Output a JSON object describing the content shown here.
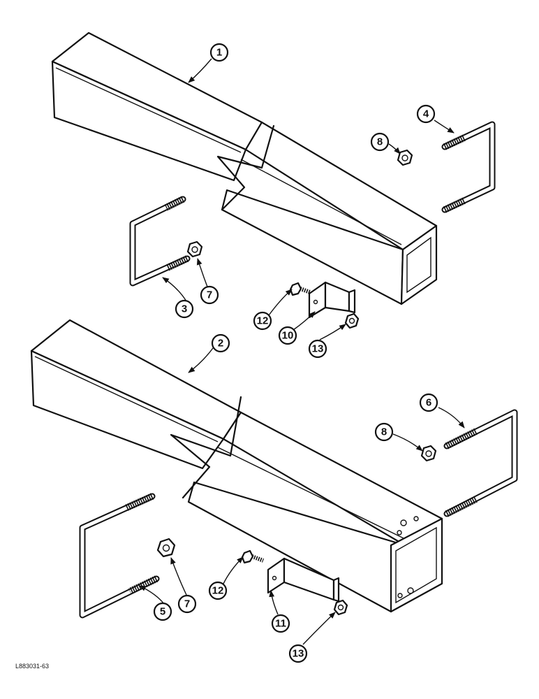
{
  "drawing_id": "L883031-63",
  "callouts": {
    "c1": "1",
    "c2": "2",
    "c3": "3",
    "c4": "4",
    "c5": "5",
    "c6": "6",
    "c7a": "7",
    "c7b": "7",
    "c8a": "8",
    "c8b": "8",
    "c10": "10",
    "c11": "11",
    "c12a": "12",
    "c12b": "12",
    "c13a": "13",
    "c13b": "13"
  }
}
